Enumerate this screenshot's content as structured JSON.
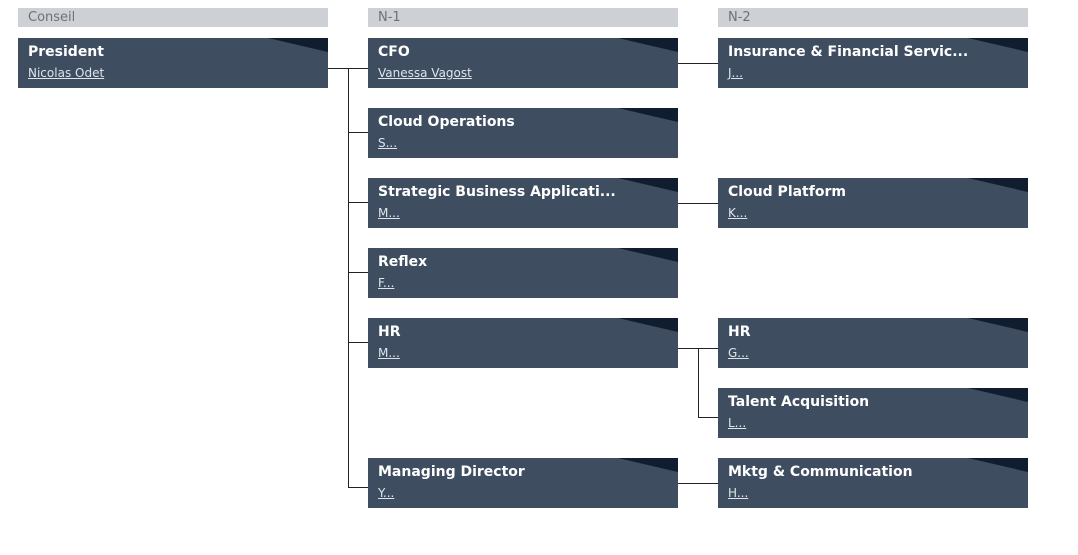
{
  "headers": {
    "col0": "Conseil",
    "col1": "N-1",
    "col2": "N-2"
  },
  "colors": {
    "node_bg": "#3e4e60",
    "header_bg": "#cdd0d4",
    "corner": "#0f1d2e"
  },
  "nodes": {
    "president": {
      "title": "President",
      "person": "Nicolas Odet"
    },
    "cfo": {
      "title": "CFO",
      "person": "Vanessa Vagost"
    },
    "cloud_operations": {
      "title": "Cloud Operations",
      "person": "S..."
    },
    "strategic_business": {
      "title": "Strategic Business Applicati...",
      "person": "M..."
    },
    "reflex": {
      "title": "Reflex",
      "person": "F..."
    },
    "hr_n1": {
      "title": "HR",
      "person": "M..."
    },
    "managing_director": {
      "title": "Managing Director",
      "person": "Y..."
    },
    "insurance": {
      "title": "Insurance & Financial Servic...",
      "person": "J..."
    },
    "cloud_platform": {
      "title": "Cloud Platform",
      "person": "K..."
    },
    "hr_n2": {
      "title": "HR",
      "person": "G..."
    },
    "talent_acquisition": {
      "title": "Talent Acquisition",
      "person": "L..."
    },
    "mktg": {
      "title": "Mktg & Communication",
      "person": "H..."
    }
  }
}
